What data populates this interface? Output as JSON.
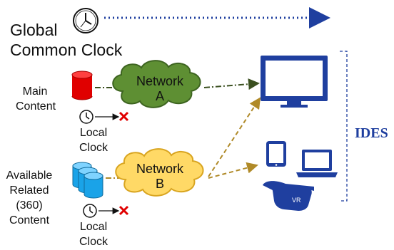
{
  "global_clock": {
    "label_line1": "Global",
    "label_line2": "Common Clock"
  },
  "main_content": {
    "line1": "Main",
    "line2": "Content"
  },
  "available_content": {
    "line1": "Available",
    "line2": "Related",
    "line3": "(360)",
    "line4": "Content"
  },
  "local_clock": {
    "line1": "Local",
    "line2": "Clock"
  },
  "network_a": {
    "line1": "Network",
    "line2": "A"
  },
  "network_b": {
    "line1": "Network",
    "line2": "B"
  },
  "ides": {
    "label": "IDES"
  },
  "vr_headset": {
    "label": "VR"
  },
  "colors": {
    "navy": "#1f3f9f",
    "network_a_fill": "#5e8f33",
    "network_b_fill": "#ffd966",
    "red_db": "#e00000",
    "blue_db": "#1aa3e8",
    "cross": "#e00000",
    "arrow_a": "#3b5020",
    "arrow_b": "#b08a28"
  }
}
